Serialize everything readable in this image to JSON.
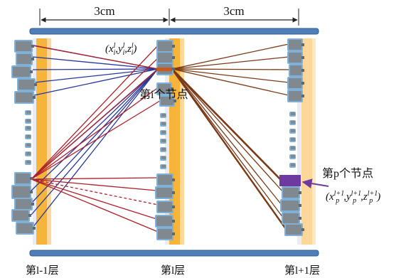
{
  "dimensions": {
    "left_spacing": "3cm",
    "right_spacing": "3cm"
  },
  "layers": {
    "left": "第l-1层",
    "middle": "第l层",
    "right": "第l+1层"
  },
  "node_i": {
    "label": "第i个节点",
    "coord_open": "(",
    "x": "x",
    "x_sub": "i",
    "x_sup": "l",
    "comma1": ",",
    "y": "y",
    "y_sub": "i",
    "y_sup": "l",
    "comma2": ",",
    "z": "z",
    "z_sub": "i",
    "z_sup": "l",
    "coord_close": ")"
  },
  "node_p": {
    "label": "第p个节点",
    "coord_open": "(",
    "x": "x",
    "x_sub": "p",
    "x_sup": "l+1",
    "comma1": ",",
    "y": "y",
    "y_sub": "p",
    "y_sup": "l+1",
    "comma2": ",",
    "z": "z",
    "z_sub": "p",
    "z_sup": "l+1",
    "coord_close": ")"
  },
  "colors": {
    "rail": "#4f7fb6",
    "column": "#f6b53a",
    "column_light": "#fbd79a",
    "chip": "#808890",
    "chip_edge": "#7fb0d8",
    "blue_line": "#27379a",
    "red_line": "#b0202a",
    "brown_line": "#7a3a18",
    "node_p_fill": "#6e3aa0",
    "node_i_fill": "#c85a1e"
  }
}
